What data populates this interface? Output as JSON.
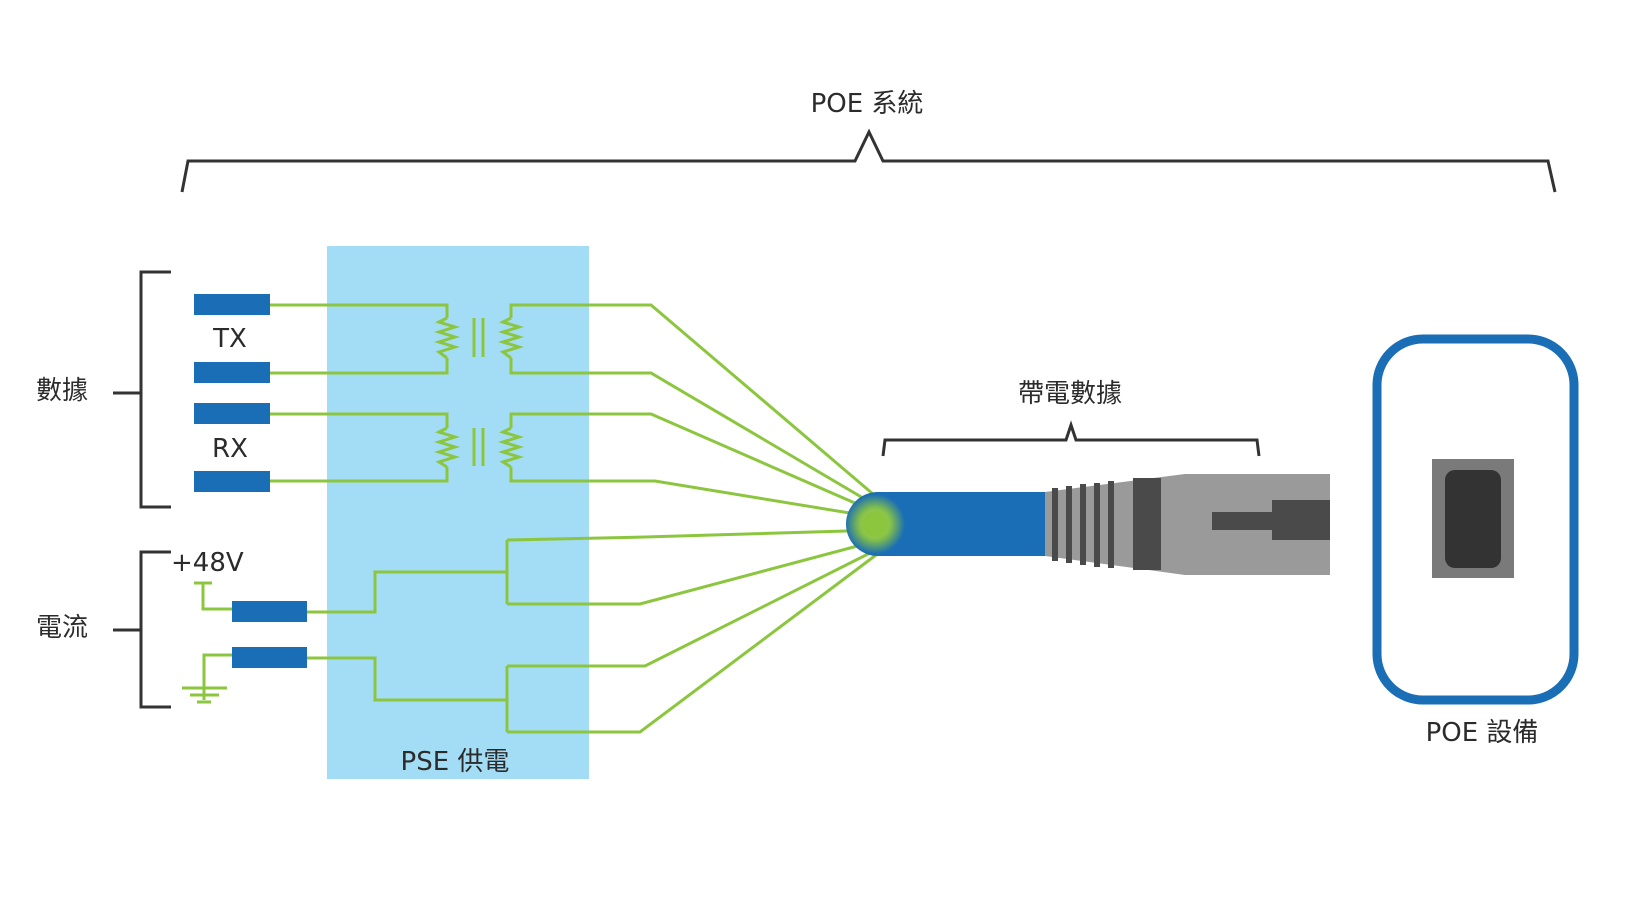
{
  "labels": {
    "system_title": "POE 系統",
    "data_group": "數據",
    "current_group": "電流",
    "tx": "TX",
    "rx": "RX",
    "voltage": "+48V",
    "pse": "PSE 供電",
    "powered_data": "帶電數據",
    "device": "POE 設備"
  },
  "colors": {
    "wire": "#8cc63f",
    "port": "#1a6eb5",
    "pse_panel": "#a3dcf5",
    "bracket": "#333333",
    "device_border": "#1a6eb5",
    "plug_gray": "#9a9a9a",
    "plug_dark": "#4a4a4a",
    "text": "#2b2b2b"
  }
}
